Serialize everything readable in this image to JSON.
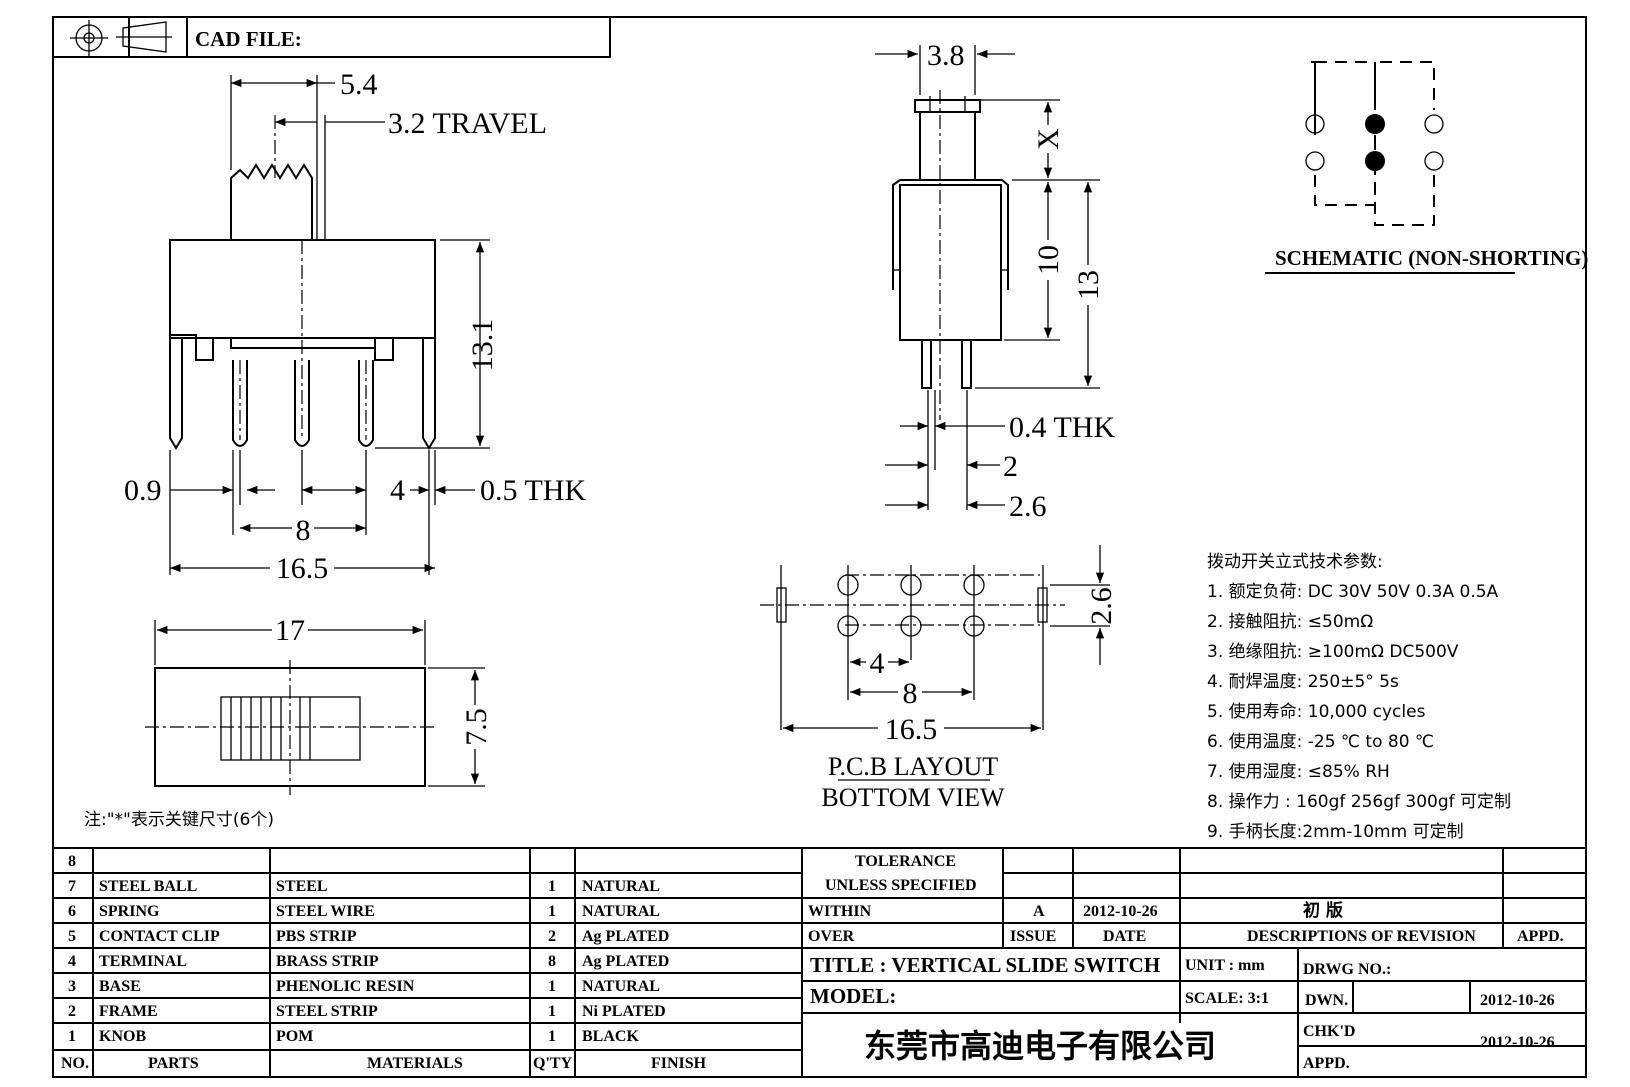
{
  "header": {
    "cad_file_label": "CAD FILE:"
  },
  "side_view": {
    "dim_knob": "5.4",
    "dim_travel": "3.2  TRAVEL",
    "dim_height": "13.1",
    "dim_pin_offset": "0.9",
    "dim_pitch": "4",
    "dim_thk": "0.5  THK",
    "dim_pin_span": "8",
    "dim_width": "16.5"
  },
  "top_view": {
    "dim_length": "17",
    "dim_depth": "7.5"
  },
  "front_view": {
    "dim_knob_width": "3.8",
    "dim_x": "X",
    "dim_body": "10",
    "dim_total": "13",
    "dim_thk": "0.4  THK",
    "dim_2": "2",
    "dim_26": "2.6"
  },
  "pcb_layout": {
    "dim_row": "2.6",
    "dim_pitch": "4",
    "dim_span": "8",
    "dim_width": "16.5",
    "caption_line1": "P.C.B  LAYOUT",
    "caption_line2": "BOTTOM  VIEW"
  },
  "schematic": {
    "caption": "SCHEMATIC (NON-SHORTING)"
  },
  "note": "注:\"*\"表示关键尺寸(6个)",
  "specs": {
    "title": "拨动开关立式技术参数:",
    "items": [
      "1.  额定负荷: DC 30V    50V    0.3A    0.5A",
      "2.  接触阻抗:  ≤50mΩ",
      "3.  绝缘阻抗:  ≥100mΩ   DC500V",
      "4.  耐焊温度: 250±5°  5s",
      "5.  使用寿命: 10,000 cycles",
      "6.  使用温度: -25  ℃  to 80  ℃",
      "7.  使用湿度:  ≤85% RH",
      "8.  操作力 : 160gf    256gf    300gf   可定制",
      "9.  手柄长度:2mm-10mm   可定制"
    ]
  },
  "bom": {
    "headers": {
      "no": "NO.",
      "parts": "PARTS",
      "materials": "MATERIALS",
      "qty": "Q'TY",
      "finish": "FINISH"
    },
    "rows": [
      {
        "no": "8",
        "part": "",
        "material": "",
        "qty": "",
        "finish": ""
      },
      {
        "no": "7",
        "part": "STEEL BALL",
        "material": "STEEL",
        "qty": "1",
        "finish": "NATURAL"
      },
      {
        "no": "6",
        "part": "SPRING",
        "material": "STEEL WIRE",
        "qty": "1",
        "finish": "NATURAL"
      },
      {
        "no": "5",
        "part": "CONTACT CLIP",
        "material": "PBS STRIP",
        "qty": "2",
        "finish": "Ag PLATED"
      },
      {
        "no": "4",
        "part": "TERMINAL",
        "material": "BRASS STRIP",
        "qty": "8",
        "finish": "Ag PLATED"
      },
      {
        "no": "3",
        "part": "BASE",
        "material": "PHENOLIC RESIN",
        "qty": "1",
        "finish": "NATURAL"
      },
      {
        "no": "2",
        "part": "FRAME",
        "material": "STEEL STRIP",
        "qty": "1",
        "finish": "Ni PLATED"
      },
      {
        "no": "1",
        "part": "KNOB",
        "material": "POM",
        "qty": "1",
        "finish": "BLACK"
      }
    ]
  },
  "title_block": {
    "tolerance_1": "TOLERANCE",
    "tolerance_2": "UNLESS   SPECIFIED",
    "within": "WITHIN",
    "over": "OVER",
    "issue_value": "A",
    "date_value": "2012-10-26",
    "revision_value": "初    版",
    "issue_label": "ISSUE",
    "date_label": "DATE",
    "desc_label": "DESCRIPTIONS  OF  REVISION",
    "appd_label": "APPD.",
    "title": "TITLE :   VERTICAL  SLIDE  SWITCH",
    "unit": "UNIT :   mm",
    "drwg_no": "DRWG  NO.:",
    "model": "MODEL:",
    "scale": "SCALE:   3:1",
    "dwn_label": "DWN.",
    "dwn_date": "2012-10-26",
    "chkd_label": "CHK'D",
    "chkd_date": "2012-10-26",
    "appd2_label": "APPD.",
    "company": "东莞市高迪电子有限公司"
  }
}
